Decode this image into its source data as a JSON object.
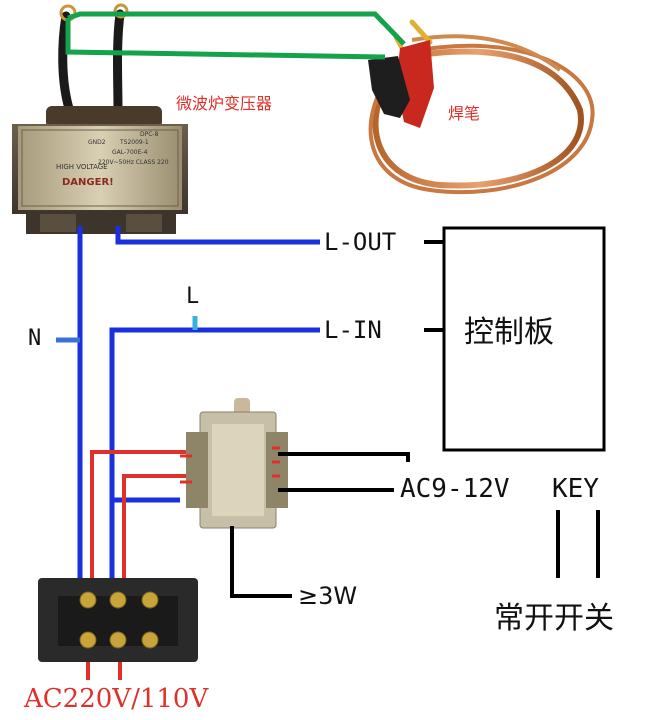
{
  "labels": {
    "transformer": "微波炉变压器",
    "pen": "焊笔",
    "l_out": "L-OUT",
    "l_in": "L-IN",
    "l": "L",
    "n": "N",
    "control_board": "控制板",
    "ac_low": "AC9-12V",
    "key": "KEY",
    "power": "≥3W",
    "switch": "常开开关",
    "mains": "AC220V/110V"
  },
  "transformer_plate": {
    "warning": "DANGER!",
    "voltage": "HIGH VOLTAGE",
    "line1": "GAL-700E-4",
    "line2": "220V~50Hz CLASS 220",
    "line3": "TS2009-1",
    "line4": "DPC-8",
    "line5": "GND2"
  },
  "colors": {
    "blue_wire": "#1a2fe0",
    "green_wire": "#14a24a",
    "red_wire": "#e0302a",
    "black_wire": "#000000",
    "label_red": "#e0302a"
  }
}
